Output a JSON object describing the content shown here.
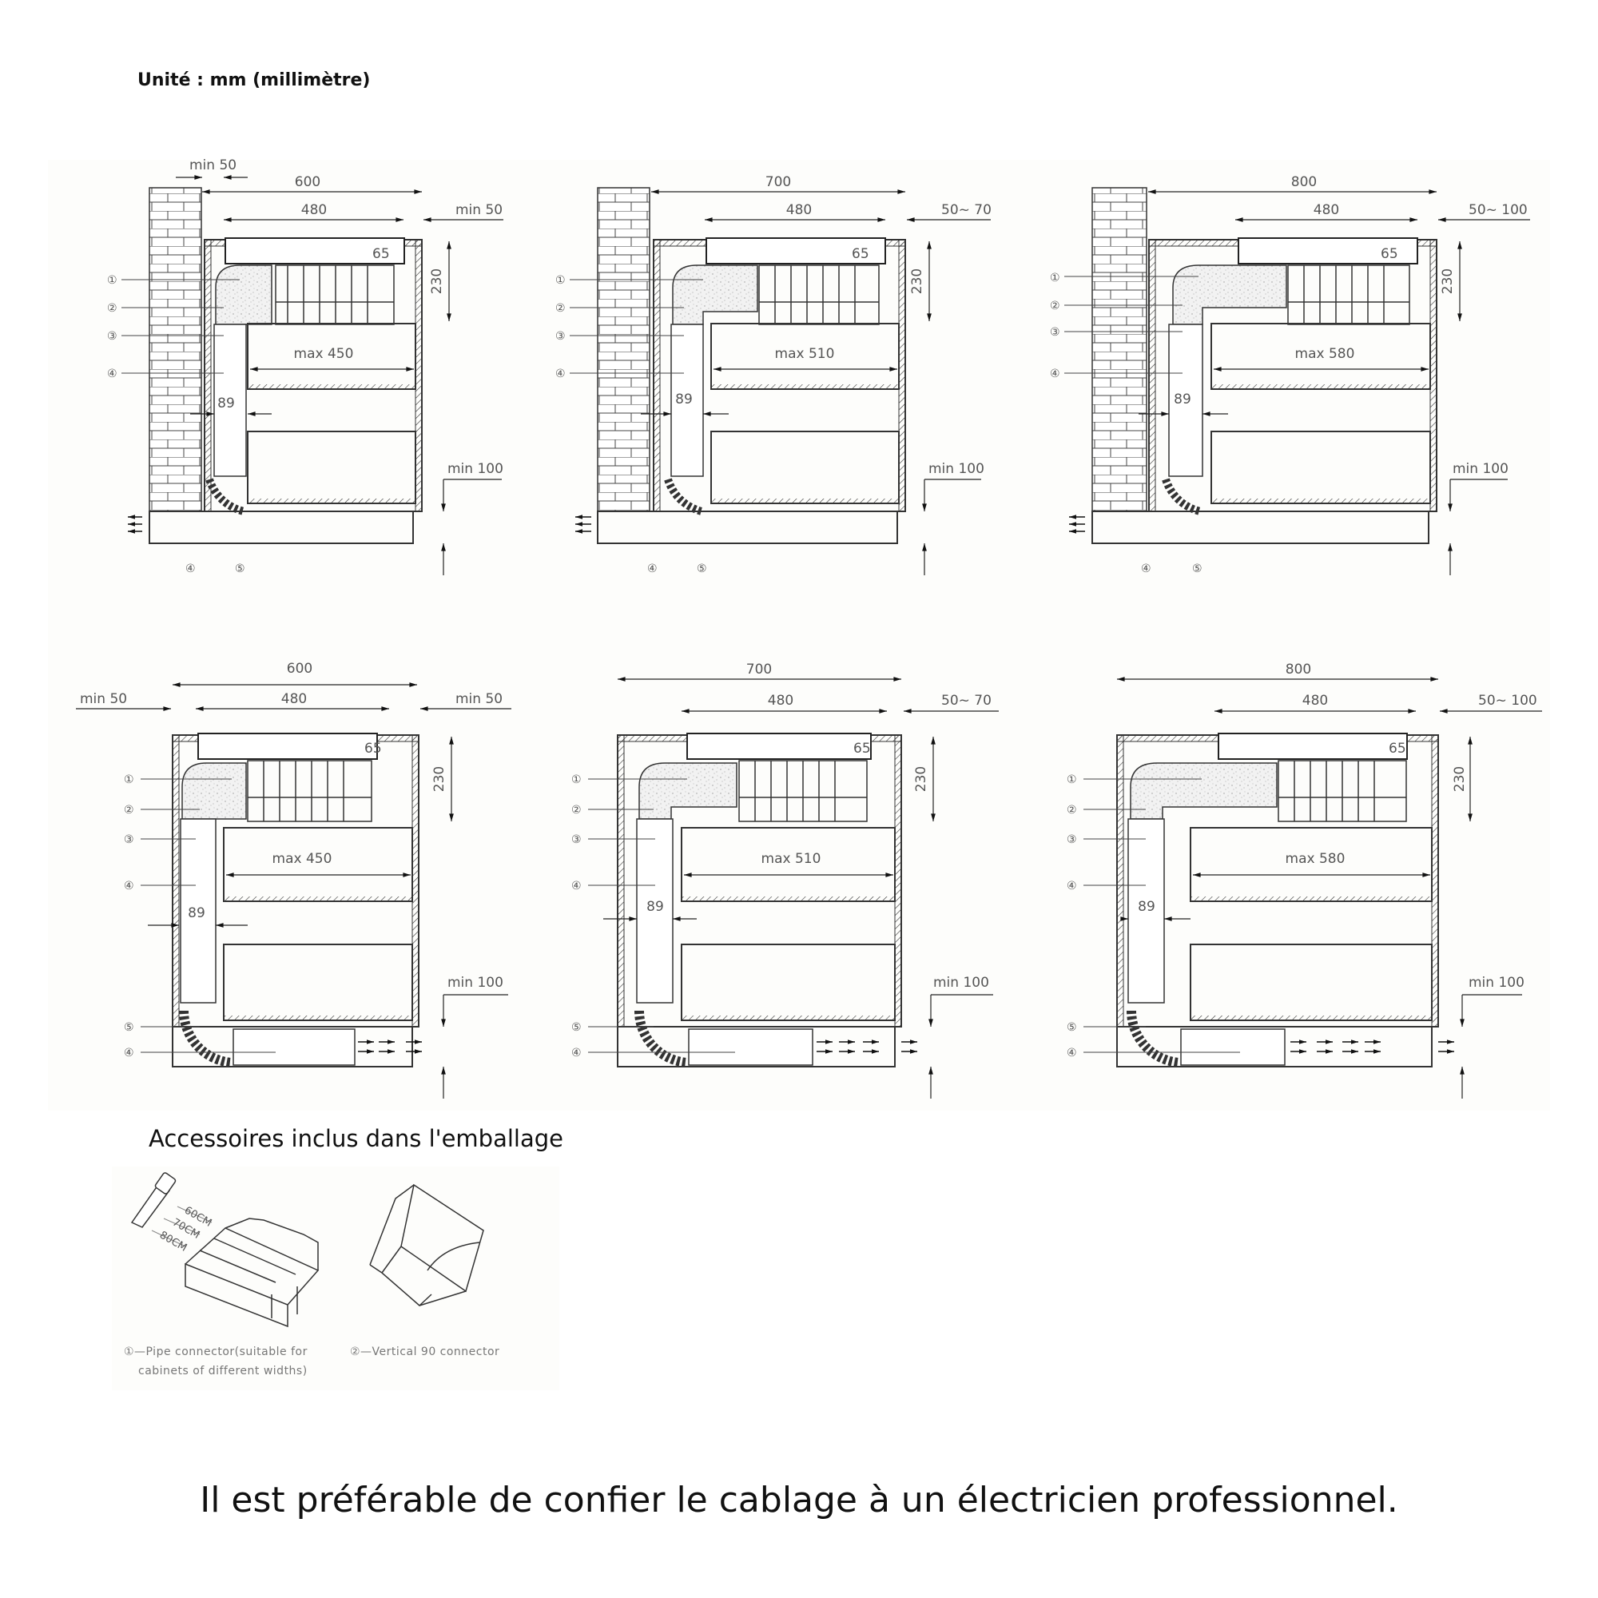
{
  "header": {
    "unit_label": "Unité : mm (millimètre)"
  },
  "diagrams": [
    {
      "id": "top-600",
      "row": "top",
      "exhaust": "left-wall",
      "cabinet_width": "600",
      "hob_width": "480",
      "left_gap": "min 50",
      "right_gap": "min 50",
      "hob_depth": "65",
      "install_height": "230",
      "drawer_width": "max 450",
      "duct_offset": "89",
      "plinth_gap": "min 100",
      "callouts": [
        "①",
        "②",
        "③",
        "④"
      ],
      "bottom_callouts": [
        "④",
        "⑤"
      ]
    },
    {
      "id": "top-700",
      "row": "top",
      "exhaust": "left-wall",
      "cabinet_width": "700",
      "hob_width": "480",
      "left_gap": "",
      "right_gap": "50~ 70",
      "hob_depth": "65",
      "install_height": "230",
      "drawer_width": "max 510",
      "duct_offset": "89",
      "plinth_gap": "min 100",
      "callouts": [
        "①",
        "②",
        "③",
        "④"
      ],
      "bottom_callouts": [
        "④",
        "⑤"
      ]
    },
    {
      "id": "top-800",
      "row": "top",
      "exhaust": "left-wall",
      "cabinet_width": "800",
      "hob_width": "480",
      "left_gap": "",
      "right_gap": "50~ 100",
      "hob_depth": "65",
      "install_height": "230",
      "drawer_width": "max 580",
      "duct_offset": "89",
      "plinth_gap": "min 100",
      "callouts": [
        "①",
        "②",
        "③",
        "④"
      ],
      "bottom_callouts": [
        "④",
        "⑤"
      ]
    },
    {
      "id": "bottom-600",
      "row": "bottom",
      "exhaust": "plinth-front",
      "cabinet_width": "600",
      "hob_width": "480",
      "left_gap": "min 50",
      "right_gap": "min 50",
      "hob_depth": "65",
      "install_height": "230",
      "drawer_width": "max 450",
      "duct_offset": "89",
      "plinth_gap": "min 100",
      "callouts": [
        "①",
        "②",
        "③",
        "④",
        "⑤",
        "④"
      ]
    },
    {
      "id": "bottom-700",
      "row": "bottom",
      "exhaust": "plinth-front",
      "cabinet_width": "700",
      "hob_width": "480",
      "left_gap": "",
      "right_gap": "50~ 70",
      "hob_depth": "65",
      "install_height": "230",
      "drawer_width": "max 510",
      "duct_offset": "89",
      "plinth_gap": "min 100",
      "callouts": [
        "①",
        "②",
        "③",
        "④",
        "⑤",
        "④"
      ]
    },
    {
      "id": "bottom-800",
      "row": "bottom",
      "exhaust": "plinth-front",
      "cabinet_width": "800",
      "hob_width": "480",
      "left_gap": "",
      "right_gap": "50~ 100",
      "hob_depth": "65",
      "install_height": "230",
      "drawer_width": "max 580",
      "duct_offset": "89",
      "plinth_gap": "min 100",
      "callouts": [
        "①",
        "②",
        "③",
        "④",
        "⑤",
        "④"
      ]
    }
  ],
  "accessories": {
    "title": "Accessoires inclus dans l'emballage",
    "cut_marks": [
      "60CM",
      "70CM",
      "80CM"
    ],
    "items": [
      {
        "number": "①",
        "caption_line1": "①—Pipe connector(suitable for",
        "caption_line2": "cabinets of different widths)"
      },
      {
        "number": "②",
        "caption_line1": "②—Vertical 90 connector",
        "caption_line2": ""
      }
    ]
  },
  "footer": {
    "note": "Il est préférable de confier le cablage à un électricien professionnel."
  }
}
